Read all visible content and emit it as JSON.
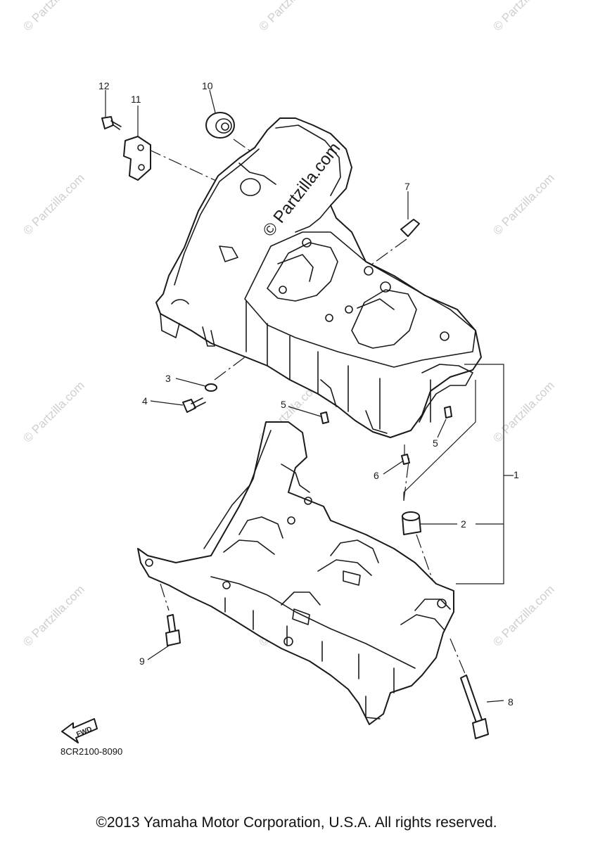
{
  "diagram": {
    "callouts": [
      "1",
      "2",
      "3",
      "4",
      "5",
      "5",
      "6",
      "7",
      "8",
      "9",
      "10",
      "11",
      "12"
    ],
    "fwd_label": "FWD",
    "part_code": "8CR2100-8090"
  },
  "watermark": {
    "text": "© Partzilla.com"
  },
  "footer": {
    "copyright": "©2013 Yamaha Motor Corporation, U.S.A. All rights reserved."
  }
}
